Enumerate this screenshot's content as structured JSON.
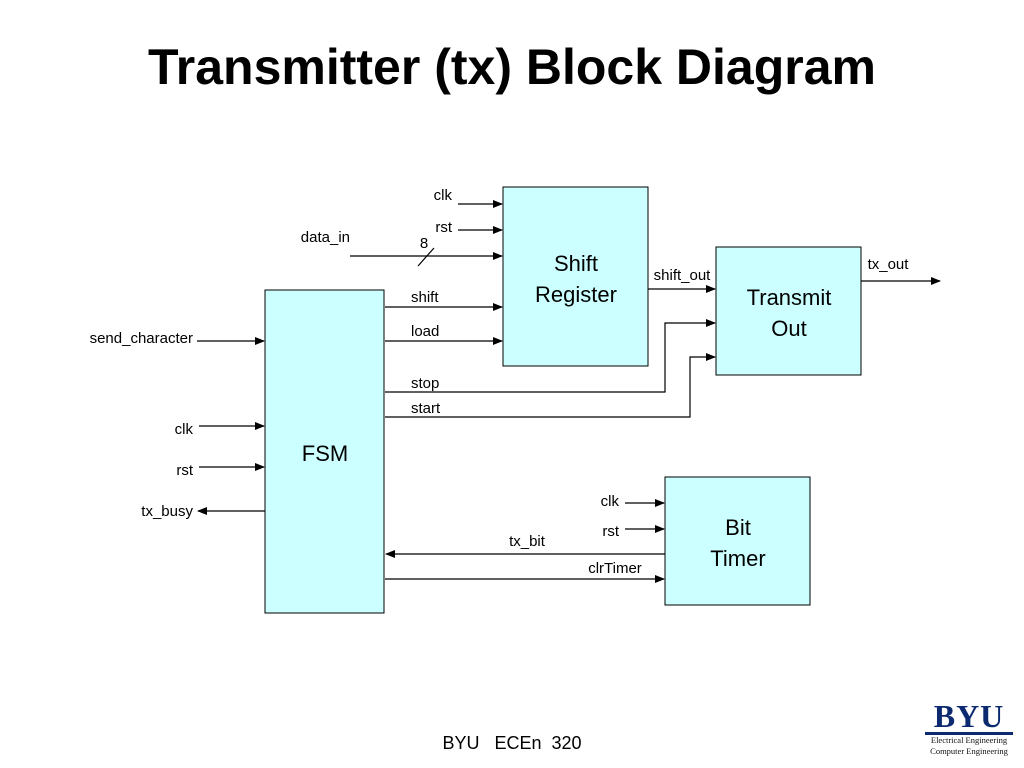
{
  "title": "Transmitter (tx)  Block Diagram",
  "footer": "BYU   ECEn  320",
  "logo": {
    "name": "BYU",
    "line1": "Electrical Engineering",
    "line2": "Computer Engineering"
  },
  "colors": {
    "block_fill": "#ccffff",
    "logo_blue": "#0b2a6f"
  },
  "blocks": {
    "shift_register": [
      "Shift",
      "Register"
    ],
    "transmit_out": [
      "Transmit",
      "Out"
    ],
    "fsm": [
      "FSM"
    ],
    "bit_timer": [
      "Bit",
      "Timer"
    ]
  },
  "signals": {
    "sr_clk": "clk",
    "sr_rst": "rst",
    "data_in": "data_in",
    "bus_width": "8",
    "shift": "shift",
    "load": "load",
    "shift_out": "shift_out",
    "tx_out": "tx_out",
    "send_character": "send_character",
    "stop": "stop",
    "start": "start",
    "fsm_clk": "clk",
    "fsm_rst": "rst",
    "tx_busy": "tx_busy",
    "bt_clk": "clk",
    "bt_rst": "rst",
    "tx_bit": "tx_bit",
    "clr_timer": "clrTimer"
  }
}
